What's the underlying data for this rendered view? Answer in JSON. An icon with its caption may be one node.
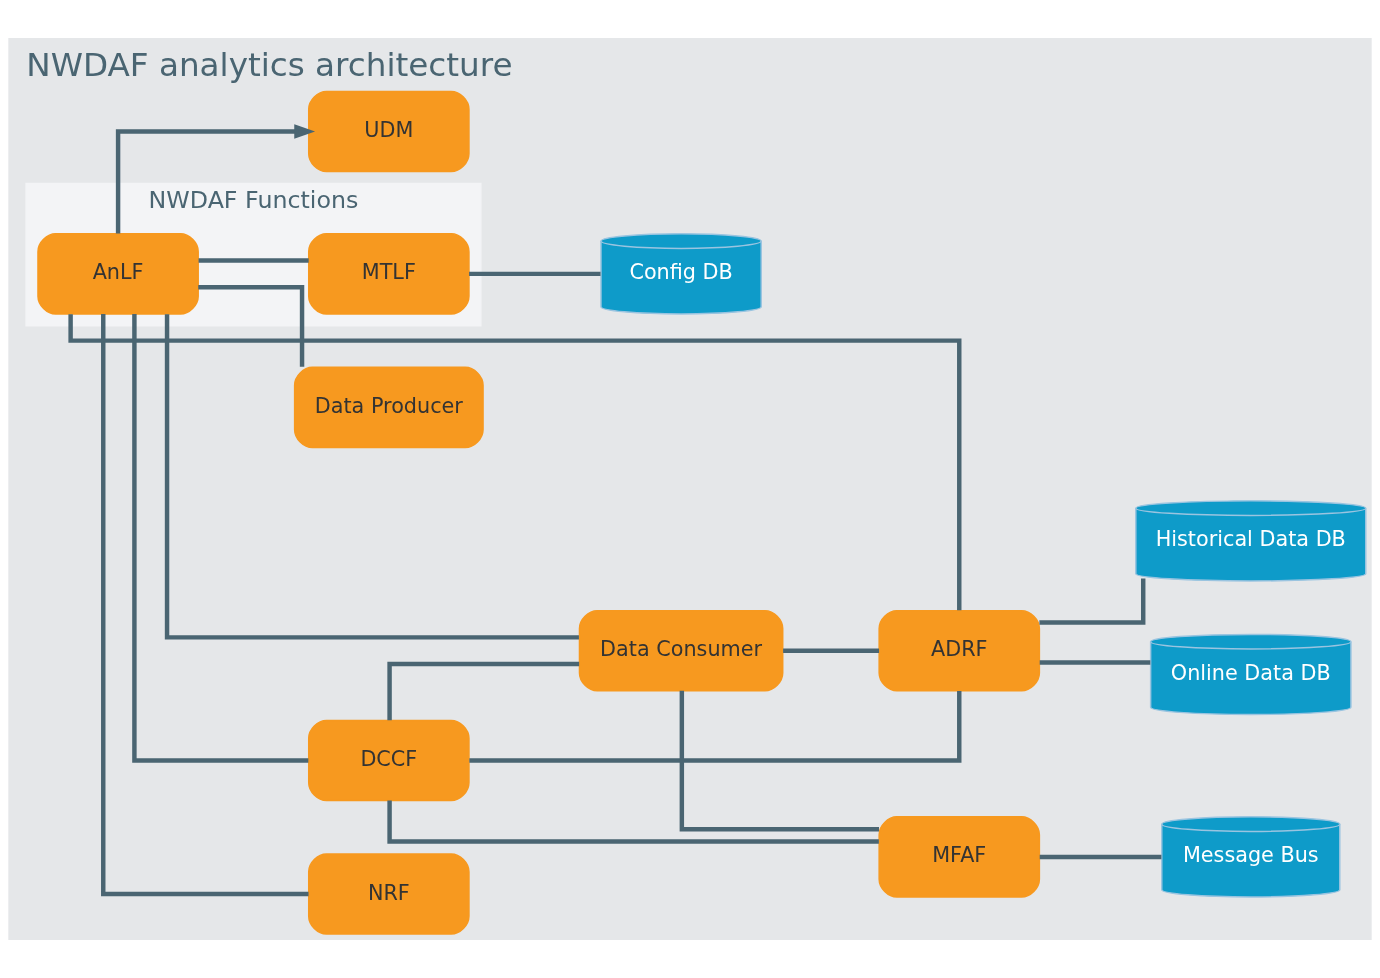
{
  "diagram": {
    "title": "NWDAF analytics architecture",
    "nodes": [
      {
        "text": [
          "UDM"
        ]
      },
      {
        "text": [
          "NWDAF Functions"
        ]
      },
      {
        "text": [
          "AnLF"
        ],
        "in": 1
      },
      {
        "text": [
          "MTLF"
        ],
        "in": 1
      },
      {
        "text": [
          "NRF"
        ]
      },
      {
        "text": [
          "Data Producer"
        ]
      },
      {
        "text": [
          "DCCF"
        ]
      },
      {
        "text": [
          "Config DB"
        ]
      },
      {
        "text": [
          "Data Consumer"
        ]
      },
      {
        "text": [
          "ADRF"
        ]
      },
      {
        "text": [
          "MFAF"
        ]
      },
      {
        "text": [
          "Historical Data DB"
        ]
      },
      {
        "text": [
          "Online Data DB"
        ]
      },
      {
        "text": [
          "Message Bus"
        ]
      }
    ],
    "edges": [
      {
        "from": 2,
        "to": 0,
        "arrow": "to"
      },
      {
        "from": 2,
        "to": 4,
        "arrow": "none"
      },
      {
        "from": 2,
        "to": 3,
        "arrow": "none"
      },
      {
        "from": 3,
        "to": 7,
        "arrow": "none"
      },
      {
        "from": 2,
        "to": 5,
        "arrow": "none"
      },
      {
        "from": 2,
        "to": 8,
        "arrow": "none"
      },
      {
        "from": 2,
        "to": 6,
        "arrow": "none"
      },
      {
        "from": 2,
        "to": 9,
        "arrow": "none"
      },
      {
        "from": 6,
        "to": 8,
        "arrow": "none"
      },
      {
        "from": 6,
        "to": 9,
        "arrow": "none"
      },
      {
        "from": 6,
        "to": 10,
        "arrow": "none"
      },
      {
        "from": 8,
        "to": 10,
        "arrow": "none"
      },
      {
        "from": 8,
        "to": 9,
        "arrow": "none"
      },
      {
        "from": 9,
        "to": 11,
        "arrow": "none"
      },
      {
        "from": 9,
        "to": 12,
        "arrow": "none"
      },
      {
        "from": 10,
        "to": 13,
        "arrow": "none"
      }
    ]
  }
}
